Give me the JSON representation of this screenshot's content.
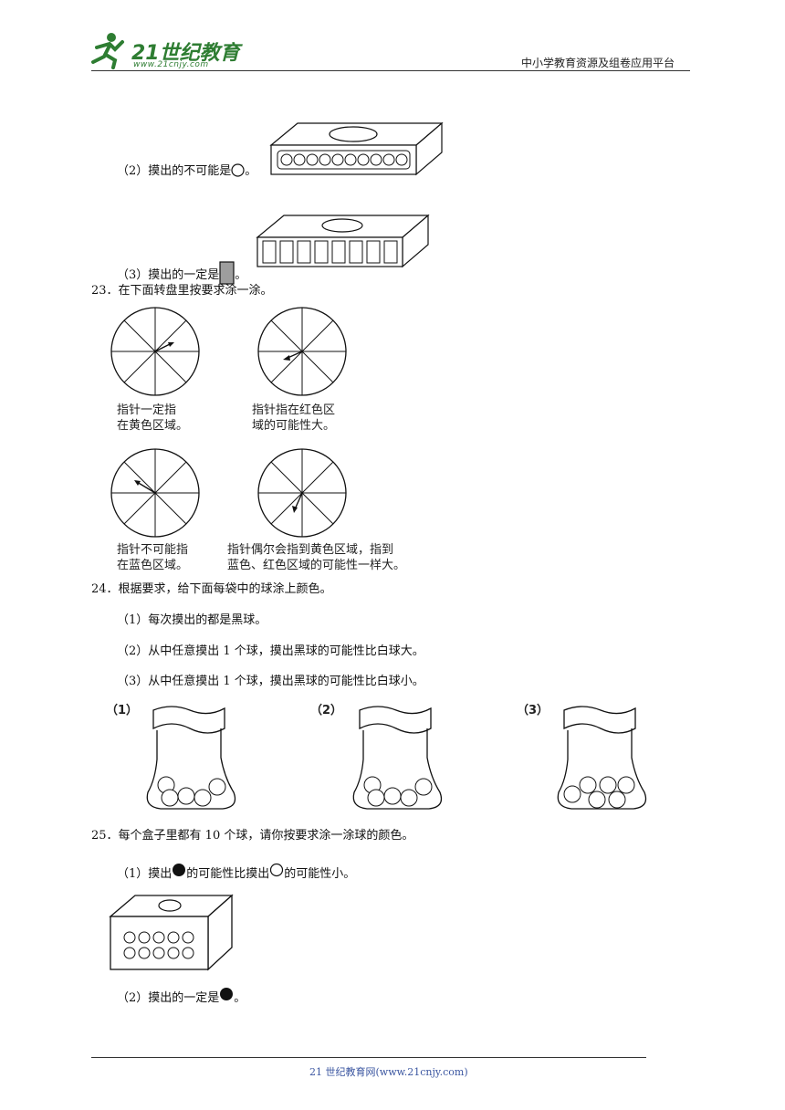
{
  "header": {
    "logo_text": "21世纪教育",
    "logo_url": "www.21cnjy.com",
    "right_text": "中小学教育资源及组卷应用平台"
  },
  "q22": {
    "item2": {
      "text_before": "（2）摸出的不可能是",
      "text_after": "。"
    },
    "item3": {
      "text_before": "（3）摸出的一定是",
      "text_after": "。"
    }
  },
  "q23": {
    "title": "23．在下面转盘里按要求涂一涂。",
    "captions": [
      {
        "line1": "指针一定指",
        "line2": "在黄色区域。"
      },
      {
        "line1": "指针指在红色区",
        "line2": "域的可能性大。"
      },
      {
        "line1": "指针不可能指",
        "line2": "在蓝色区域。"
      },
      {
        "line1": "指针偶尔会指到黄色区域，指到",
        "line2": "蓝色、红色区域的可能性一样大。"
      }
    ]
  },
  "q24": {
    "title": "24．根据要求，给下面每袋中的球涂上颜色。",
    "items": [
      "（1）每次摸出的都是黑球。",
      "（2）从中任意摸出 1 个球，摸出黑球的可能性比白球大。",
      "（3）从中任意摸出 1 个球，摸出黑球的可能性比白球小。"
    ],
    "bag_labels": [
      "（1）",
      "（2）",
      "（3）"
    ]
  },
  "q25": {
    "title": "25．每个盒子里都有 10 个球，请你按要求涂一涂球的颜色。",
    "item1": {
      "part1": "（1）摸出",
      "part2": "的可能性比摸出",
      "part3": "的可能性小。"
    },
    "item2": {
      "text_before": "（2）摸出的一定是",
      "text_after": "。"
    }
  },
  "footer": {
    "text": "21 世纪教育网(www.21cnjy.com)"
  },
  "colors": {
    "logo_green": "#2e7d32",
    "footer_blue": "#3a55a0",
    "gray_block": "#9e9e9e"
  }
}
